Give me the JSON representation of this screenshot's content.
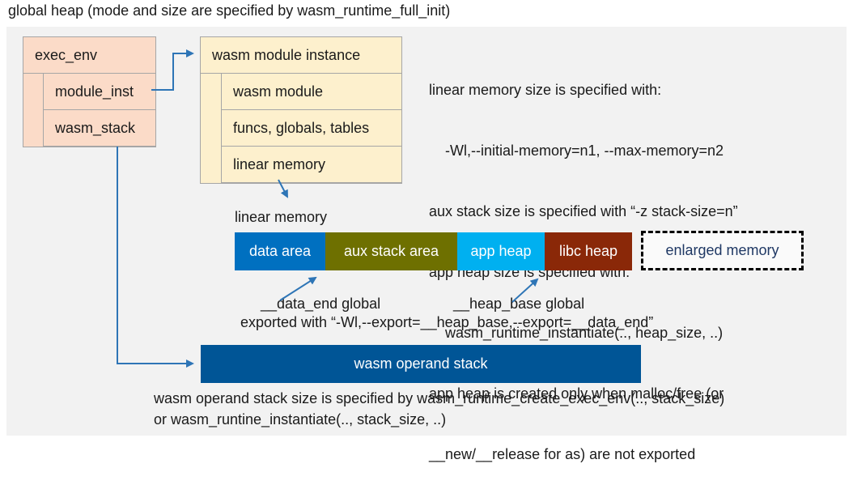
{
  "title": "global heap (mode and size are specified by wasm_runtime_full_init)",
  "exec_env": {
    "header": "exec_env",
    "rows": [
      "module_inst",
      "wasm_stack"
    ]
  },
  "module_instance": {
    "header": "wasm module instance",
    "rows": [
      "wasm module",
      "funcs, globals, tables",
      "linear memory"
    ]
  },
  "notes_right": {
    "lines": [
      {
        "text": "linear memory size is specified with:"
      },
      {
        "text": "-Wl,--initial-memory=n1, --max-memory=n2"
      },
      {
        "text": "aux stack size is specified with “-z stack-size=n”"
      },
      {
        "text": "app heap size is specified with:"
      },
      {
        "text": "wasm_runtime_instantiate(.., heap_size, ..)"
      },
      {
        "text": "app heap is created only when malloc/free (or"
      },
      {
        "text": "__new/__release for as) are not exported"
      }
    ]
  },
  "linear_memory": {
    "label": "linear memory",
    "segments": [
      {
        "label": "data area",
        "color": "#0070c0"
      },
      {
        "label": "aux stack area",
        "color": "#6e7000"
      },
      {
        "label": "app heap",
        "color": "#00b0f0"
      },
      {
        "label": "libc heap",
        "color": "#8a2808"
      }
    ],
    "enlarged_label": "enlarged memory"
  },
  "globals": {
    "data_end": "__data_end global",
    "heap_base": "__heap_base global",
    "exported": "exported with “-Wl,--export=__heap_base,--export=__data_end”"
  },
  "operand_stack": {
    "label": "wasm operand stack",
    "note_line1": "wasm operand stack size is specified by wasm_runtime_create_exec_env(.., stack_size)",
    "note_line2": "or wasm_runtine_instantiate(.., stack_size, ..)"
  },
  "colors": {
    "panel_bg": "#f2f2f2",
    "exec_env_fill": "#fbdbc8",
    "instance_fill": "#fdf0cd",
    "box_border": "#a6a6a6",
    "arrow": "#2e75b6",
    "data_area": "#0070c0",
    "aux_stack_area": "#6e7000",
    "app_heap": "#00b0f0",
    "libc_heap": "#8a2808",
    "enlarged_text": "#1f3864",
    "operand_stack_fill": "#005596"
  }
}
